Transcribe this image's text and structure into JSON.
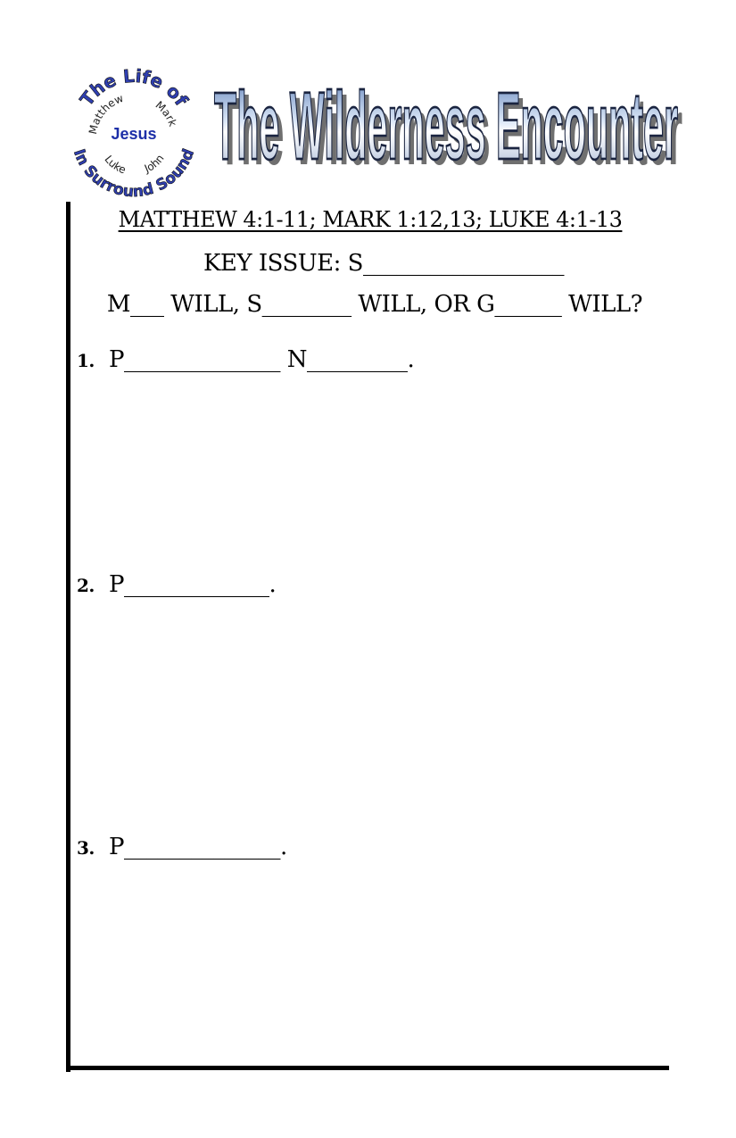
{
  "logo": {
    "arc_top": "The Life of",
    "arc_bottom": "In Surround Sound",
    "inner_left": "Matthew",
    "inner_right": "Mark",
    "inner_bottom_left": "Luke",
    "inner_bottom_right": "John",
    "center": "Jesus"
  },
  "header": {
    "title": "The Wilderness Encounter"
  },
  "worksheet": {
    "scripture": "MATTHEW 4:1-11; MARK 1:12,13; LUKE 4:1-13",
    "key_issue": "KEY ISSUE: S__________________",
    "will_line": "M___ WILL, S________ WILL, OR G______ WILL?",
    "items": [
      {
        "number": "1.",
        "text": "P______________  N_________."
      },
      {
        "number": "2.",
        "text": "P_____________."
      },
      {
        "number": "3.",
        "text": "P______________."
      }
    ]
  }
}
